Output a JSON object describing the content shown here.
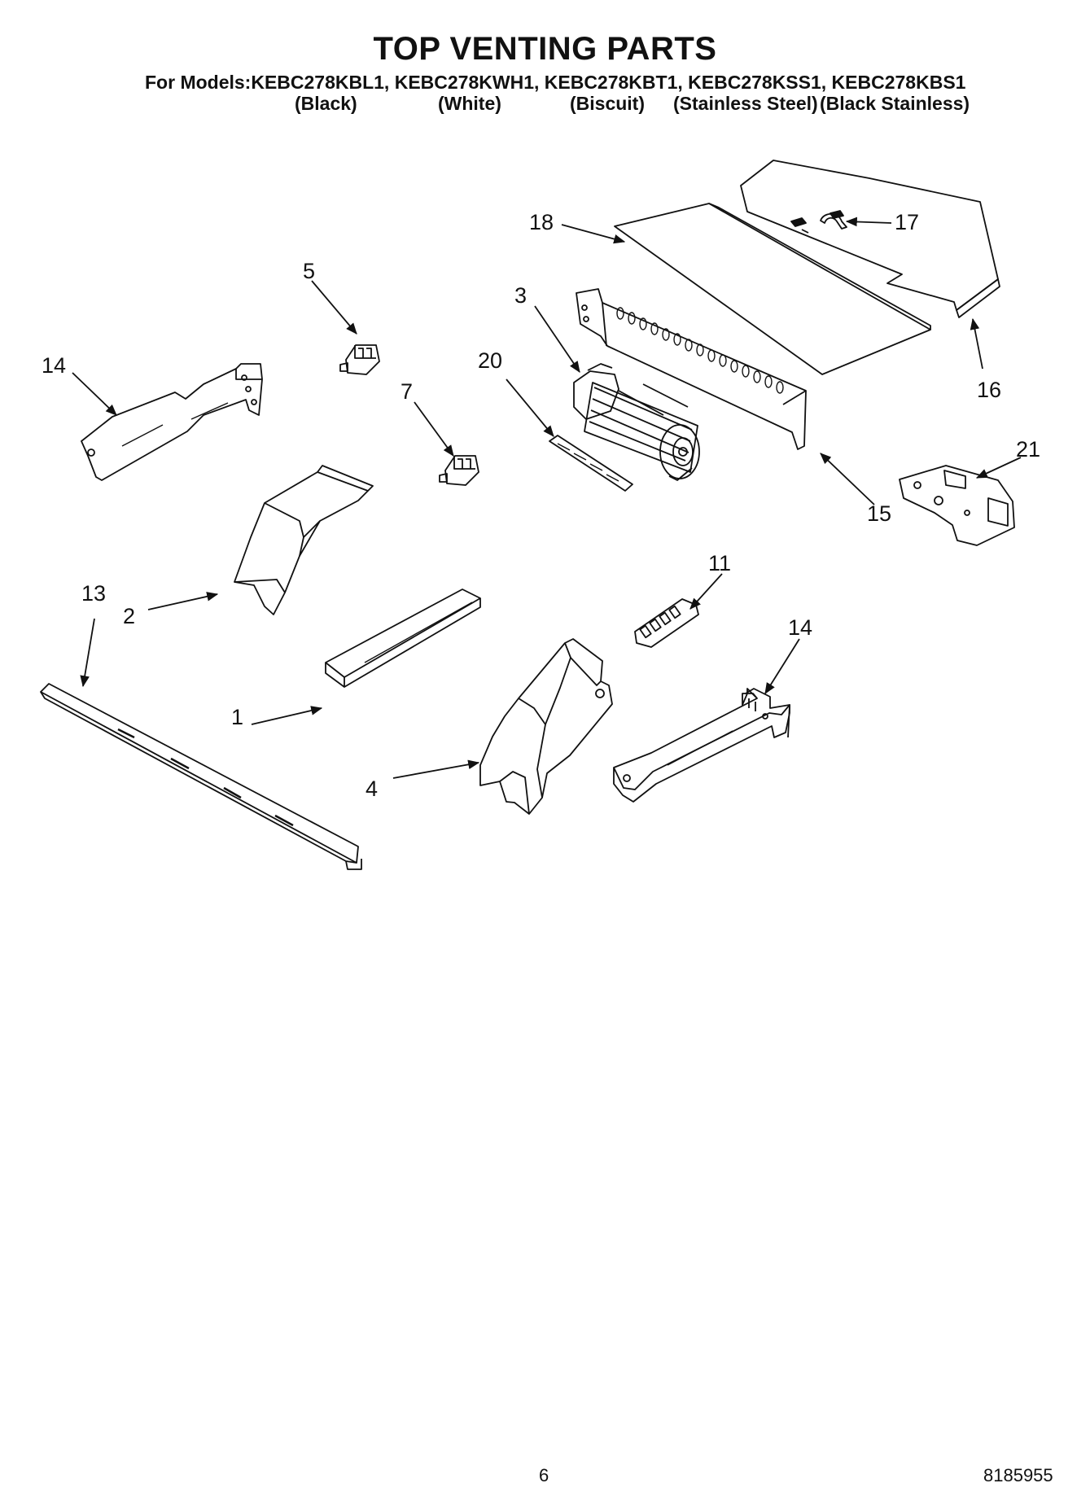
{
  "header": {
    "title": "TOP VENTING PARTS",
    "models_line": "For Models:KEBC278KBL1, KEBC278KWH1, KEBC278KBT1, KEBC278KSS1, KEBC278KBS1",
    "variants": [
      "(Black)",
      "(White)",
      "(Biscuit)",
      "(Stainless Steel)",
      "(Black Stainless)"
    ]
  },
  "callouts": {
    "c1": "1",
    "c2": "2",
    "c3": "3",
    "c4": "4",
    "c5": "5",
    "c7": "7",
    "c11": "11",
    "c13": "13",
    "c14a": "14",
    "c14b": "14",
    "c15": "15",
    "c16": "16",
    "c17": "17",
    "c18": "18",
    "c20": "20",
    "c21": "21"
  },
  "footer": {
    "page_number": "6",
    "doc_number": "8185955"
  }
}
